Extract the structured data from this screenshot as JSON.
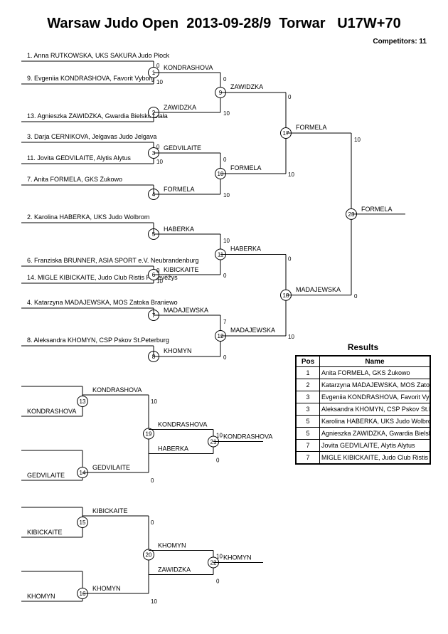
{
  "header": {
    "title": "Warsaw Judo Open  2013-09-28/9  Torwar   U17W+70",
    "competitors": "Competitors: 11"
  },
  "entries": [
    "1. Anna RUTKOWSKA, UKS SAKURA Judo Płock",
    "9. Evgeniia KONDRASHOVA, Favorit Vyborg",
    "13. Agnieszka ZAWIDZKA, Gwardia Bielsko-Biała",
    "3. Darja CERNIKOVA, Jelgavas Judo Jelgava",
    "11. Jovita  GEDVILAITE, Alytis Alytus",
    "7. Anita FORMELA, GKS Żukowo",
    "2. Karolina HABERKA, UKS Judo  Wolbrom",
    "6. Franziska BRUNNER, ASIA SPORT e.V.  Neubrandenburg",
    "14. MIGLE KIBICKAITE, Judo Club Ristis  Panevėžys",
    "4. Katarzyna MADAJEWSKA, MOS Zatoka Braniewo",
    "8. Aleksandra KHOMYN, CSP Pskov St.Peterburg"
  ],
  "matches": [
    {
      "num": "1",
      "winner": "KONDRASHOVA",
      "s1": "0",
      "s2": "10"
    },
    {
      "num": "2",
      "winner": "ZAWIDZKA"
    },
    {
      "num": "3",
      "winner": "GEDVILAITE",
      "s1": "0",
      "s2": "10"
    },
    {
      "num": "4",
      "winner": "FORMELA"
    },
    {
      "num": "5",
      "winner": "HABERKA"
    },
    {
      "num": "6",
      "winner": "KIBICKAITE",
      "s1": "0",
      "s2": "10"
    },
    {
      "num": "7",
      "winner": "MADAJEWSKA"
    },
    {
      "num": "8",
      "winner": "KHOMYN"
    },
    {
      "num": "9",
      "winner": "ZAWIDZKA",
      "s1": "0",
      "s2": "10"
    },
    {
      "num": "10",
      "winner": "FORMELA",
      "s1": "0",
      "s2": "10"
    },
    {
      "num": "11",
      "winner": "HABERKA",
      "s1": "10",
      "s2": "0"
    },
    {
      "num": "12",
      "winner": "MADAJEWSKA",
      "s1": "7",
      "s2": "0"
    },
    {
      "num": "17",
      "winner": "FORMELA",
      "s1": "0",
      "s2": "10"
    },
    {
      "num": "18",
      "winner": "MADAJEWSKA",
      "s1": "0",
      "s2": "10"
    },
    {
      "num": "23",
      "winner": "FORMELA",
      "s1": "10",
      "s2": "0"
    }
  ],
  "repechage": [
    {
      "num": "13",
      "left": "KONDRASHOVA",
      "winner": "KONDRASHOVA",
      "s": "10"
    },
    {
      "num": "14",
      "left": "GEDVILAITE",
      "winner": "GEDVILAITE",
      "s": "0"
    },
    {
      "num": "19",
      "winner": "KONDRASHOVA",
      "s1": "10",
      "s2": "0"
    },
    {
      "num": "21",
      "winner": "KONDRASHOVA",
      "top": "KONDRASHOVA",
      "bottom": "HABERKA",
      "s1": "10",
      "s2": "0"
    },
    {
      "num": "15",
      "left": "KIBICKAITE",
      "winner": "KIBICKAITE",
      "s": "0"
    },
    {
      "num": "16",
      "left": "KHOMYN",
      "winner": "KHOMYN",
      "s": "10"
    },
    {
      "num": "20",
      "winner": "KHOMYN",
      "s1": "0",
      "s2": "10"
    },
    {
      "num": "22",
      "winner": "KHOMYN",
      "top": "KHOMYN",
      "bottom": "ZAWIDZKA",
      "s1": "10",
      "s2": "0"
    }
  ],
  "results": {
    "title": "Results",
    "headers": [
      "Pos",
      "Name"
    ],
    "rows": [
      {
        "pos": "1",
        "name": "Anita FORMELA, GKS Żukowo"
      },
      {
        "pos": "2",
        "name": "Katarzyna MADAJEWSKA, MOS Zatoka Braniewo"
      },
      {
        "pos": "3",
        "name": "Evgeniia KONDRASHOVA, Favorit Vyborg"
      },
      {
        "pos": "3",
        "name": "Aleksandra KHOMYN, CSP Pskov St.Peterburg"
      },
      {
        "pos": "5",
        "name": "Karolina HABERKA, UKS Judo  Wolbrom"
      },
      {
        "pos": "5",
        "name": "Agnieszka ZAWIDZKA, Gwardia Bielsko-Biała"
      },
      {
        "pos": "7",
        "name": "Jovita  GEDVILAITE, Alytis Alytus"
      },
      {
        "pos": "7",
        "name": "MIGLE KIBICKAITE, Judo Club Ristis  Panevėžys"
      }
    ]
  }
}
